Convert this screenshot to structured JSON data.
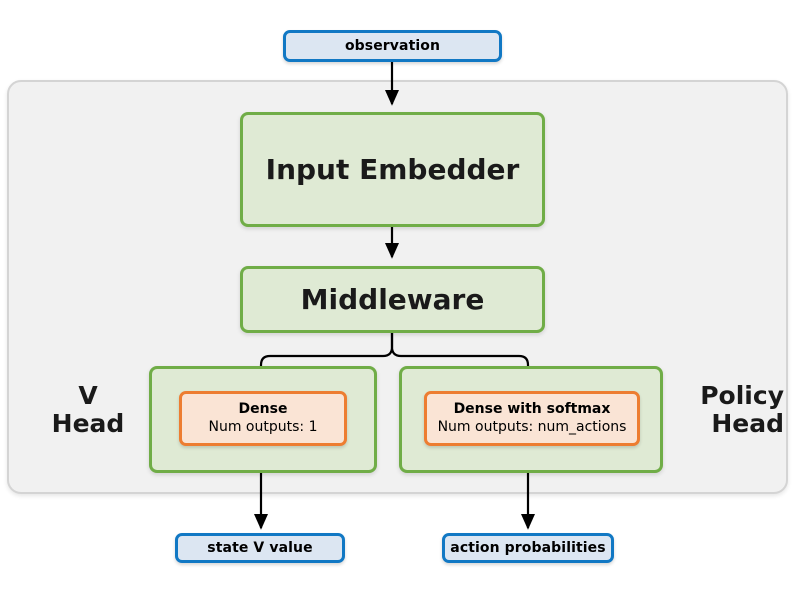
{
  "diagram": {
    "title_present": false,
    "colors": {
      "io_border": "#1178c4",
      "io_fill": "#dce6f2",
      "module_border": "#70ad47",
      "module_fill": "#dfead4",
      "layer_border": "#ed7d31",
      "layer_fill": "#fae4d5",
      "container_fill": "#f1f1f1",
      "container_border": "#d4d4d4",
      "arrow": "#000000"
    },
    "input": {
      "label": "observation"
    },
    "modules": [
      {
        "label": "Input Embedder"
      },
      {
        "label": "Middleware"
      }
    ],
    "heads": [
      {
        "caption": "V\nHead",
        "layer_title": "Dense",
        "layer_subtitle": "Num outputs: 1",
        "output_label": "state V value"
      },
      {
        "caption": "Policy\nHead",
        "layer_title": "Dense with softmax",
        "layer_subtitle": "Num outputs: num_actions",
        "output_label": "action probabilities"
      }
    ],
    "outputs": [
      {
        "label": "state V value"
      },
      {
        "label": "action probabilities"
      }
    ],
    "connectors": [
      {
        "name": "observation-to-input-embedder"
      },
      {
        "name": "input-embedder-to-middleware"
      },
      {
        "name": "middleware-to-v-head"
      },
      {
        "name": "middleware-to-policy-head"
      },
      {
        "name": "v-head-to-state-v-value"
      },
      {
        "name": "policy-head-to-action-probabilities"
      }
    ]
  }
}
